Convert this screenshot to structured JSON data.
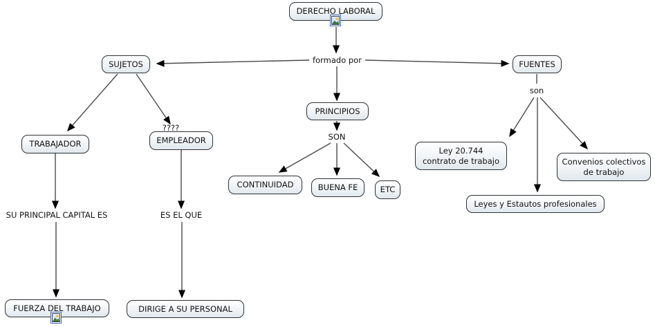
{
  "colors": {
    "background": "#ffffff",
    "node_border": "#2f3133",
    "node_fill_top": "#ffffff",
    "node_fill_bottom": "#dfe8ee",
    "line": "#4a4a4a",
    "arrowhead": "#000000",
    "icon_frame": "#3f67b1"
  },
  "nodes": {
    "derecho_laboral": "DERECHO LABORAL",
    "sujetos": "SUJETOS",
    "principios": "PRINCIPIOS",
    "fuentes": "FUENTES",
    "trabajador": "TRABAJADOR",
    "empleador": "EMPLEADOR",
    "continuidad": "CONTINUIDAD",
    "buena_fe": "BUENA FE",
    "etc": "ETC",
    "ley_20744": {
      "line1": "Ley 20.744",
      "line2": "contrato de trabajo"
    },
    "convenios": {
      "line1": "Convenios colectivos",
      "line2": "de trabajo"
    },
    "leyes_estautos": "Leyes y Estautos profesionales",
    "fuerza_del_trabajo": "FUERZA DEL TRABAJO",
    "dirige_personal": "DIRIGE A SU PERSONAL"
  },
  "linking_phrases": {
    "formado_por": "formado por",
    "son_upper": "SON",
    "son_lower": "son",
    "su_principal_capital_es": "SU PRINCIPAL CAPITAL ES",
    "es_el_que": "ES EL QUE",
    "question_marks": "????"
  },
  "icons": {
    "derecho_laboral_resource": "image-resource-icon",
    "fuerza_trabajo_resource": "image-resource-icon"
  }
}
